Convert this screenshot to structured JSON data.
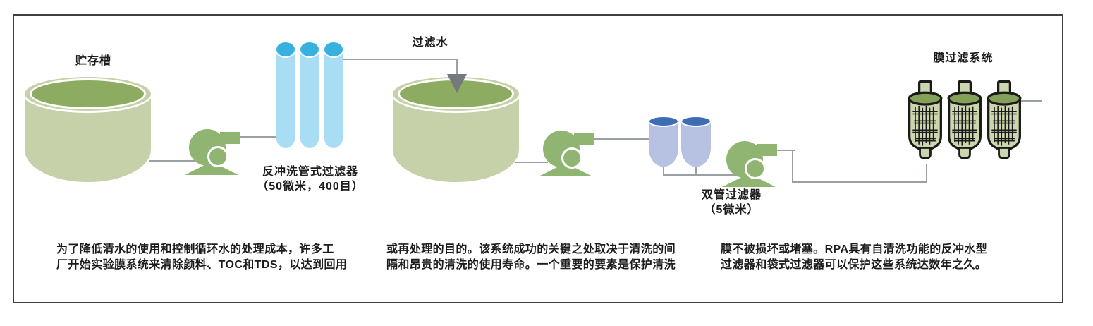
{
  "diagram": {
    "labels": {
      "storage_tank": "贮存槽",
      "backwash_filter_line1": "反冲洗管式过滤器",
      "backwash_filter_line2": "（50微米，400目）",
      "filtered_water": "过滤水",
      "dual_filter_line1": "双管过滤器",
      "dual_filter_line2": "（5微米）",
      "membrane_system": "膜过滤系统"
    },
    "captions": [
      {
        "line1": "为了降低清水的使用和控制循环水的处理成本，许多工",
        "line2": "厂开始实验膜系统来清除颜料、TOC和TDS，以达到回用"
      },
      {
        "line1": "或再处理的目的。该系统成功的关键之处取决于清洗的间",
        "line2": "隔和昂贵的清洗的使用寿命。一个重要的要素是保护清洗"
      },
      {
        "line1": "膜不被损坏或堵塞。RPA具有自清洗功能的反冲水型",
        "line2": "过滤器和袋式过滤器可以保护这些系统达数年之久。"
      }
    ],
    "colors": {
      "tank_body": "#c6d1a9",
      "tank_top": "#8dab61",
      "pump_green": "#90b573",
      "tube_body_blue": "#a9ddf4",
      "tube_cap_blue": "#38b1e0",
      "cartridge_body": "#b7c2e3",
      "cartridge_cap": "#3f6db4",
      "vessel_body": "#ccd6ae",
      "vessel_top": "#85a159",
      "pipe_gray": "#9aa0a5",
      "arrow_gray": "#75787c",
      "outline_black": "#1a1a1a",
      "frame_border": "#404040"
    }
  }
}
